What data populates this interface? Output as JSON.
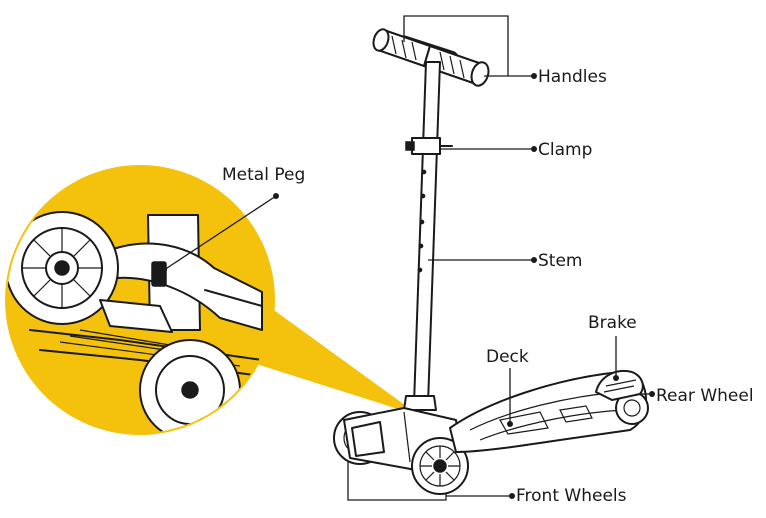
{
  "labels": {
    "handles": "Handles",
    "clamp": "Clamp",
    "stem": "Stem",
    "metal_peg": "Metal Peg",
    "brake": "Brake",
    "deck": "Deck",
    "rear_wheel": "Rear Wheel",
    "front_wheels": "Front Wheels"
  },
  "colors": {
    "accent": "#f4c20d",
    "ink": "#1a1a1a",
    "background": "#ffffff"
  }
}
